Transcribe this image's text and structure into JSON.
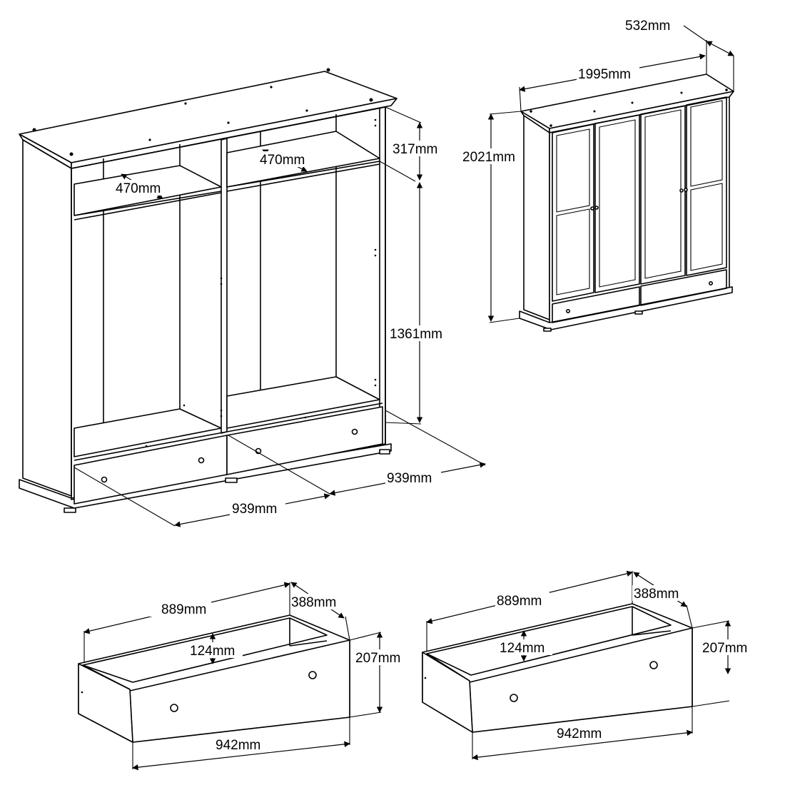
{
  "dimensions": {
    "shelf_depth_left": "470mm",
    "shelf_depth_right": "470mm",
    "top_compartment_height": "317mm",
    "hanging_height": "1361mm",
    "inner_width_right": "939mm",
    "inner_width_left": "939mm",
    "overall_depth": "532mm",
    "overall_width": "1995mm",
    "overall_height": "2021mm"
  },
  "drawer_left": {
    "length": "889mm",
    "depth": "388mm",
    "inner_height": "124mm",
    "height": "207mm",
    "front_width": "942mm"
  },
  "drawer_right": {
    "length": "889mm",
    "depth": "388mm",
    "inner_height": "124mm",
    "height": "207mm",
    "front_width": "942mm"
  }
}
